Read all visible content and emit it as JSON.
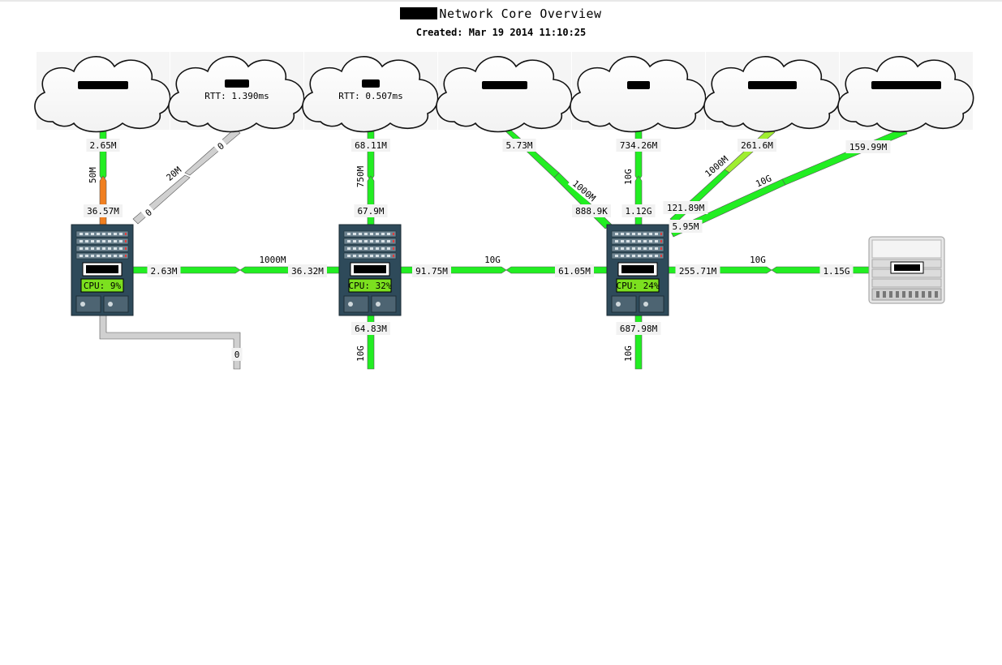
{
  "title": "Network Core Overview",
  "created": "Created: Mar 19 2014 11:10:25",
  "colors": {
    "link_green": "#22ee22",
    "link_orange": "#f07f20",
    "link_light_green": "#9fee30",
    "link_gray": "#d0d0d0",
    "cpu_green": "#7ce01f",
    "chassis": "#2e4a5a"
  },
  "clouds": [
    {
      "id": "c1",
      "rtt": ""
    },
    {
      "id": "c2",
      "rtt": "RTT: 1.390ms"
    },
    {
      "id": "c3",
      "rtt": "RTT: 0.507ms"
    },
    {
      "id": "c4",
      "rtt": ""
    },
    {
      "id": "c5",
      "rtt": ""
    },
    {
      "id": "c6",
      "rtt": ""
    },
    {
      "id": "c7",
      "rtt": ""
    }
  ],
  "switches": [
    {
      "id": "s1",
      "cpu": "CPU: 9%"
    },
    {
      "id": "s2",
      "cpu": "CPU: 32%"
    },
    {
      "id": "s3",
      "cpu": "CPU: 24%"
    }
  ],
  "labels": {
    "c1_out": "2.65M",
    "c1_cap": "50M",
    "c1_in": "36.57M",
    "c2_out": "0",
    "c2_cap": "20M",
    "c2_in": "0",
    "c3_out": "68.11M",
    "c3_cap": "750M",
    "c3_in": "67.9M",
    "c4_out": "5.73M",
    "c4_cap": "1000M",
    "c4_in": "888.9K",
    "c5_out": "734.26M",
    "c5_cap": "10G",
    "c5_in": "1.12G",
    "c6_out": "261.6M",
    "c6_cap": "1000M",
    "c6_in": "121.89M",
    "c7_out": "159.99M",
    "c7_cap": "10G",
    "c7_in": "5.95M",
    "s1s2_a": "2.63M",
    "s1s2_cap": "1000M",
    "s1s2_b": "36.32M",
    "s2s3_a": "91.75M",
    "s2s3_cap": "10G",
    "s2s3_b": "61.05M",
    "s3r_a": "255.71M",
    "s3r_cap": "10G",
    "s3r_b": "1.15G",
    "s2_down": "64.83M",
    "s2_down_cap": "10G",
    "s3_down": "687.98M",
    "s3_down_cap": "10G",
    "s1_down": "0"
  }
}
